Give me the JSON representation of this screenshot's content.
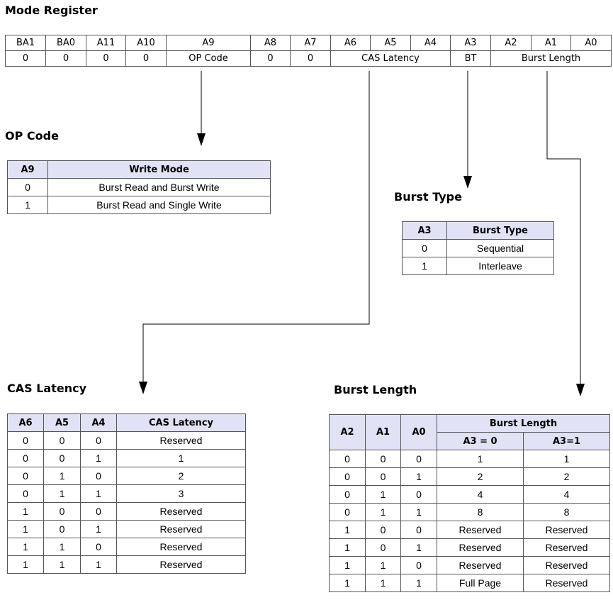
{
  "mode_register": {
    "title": "Mode Register",
    "bits": [
      "BA1",
      "BA0",
      "A11",
      "A10",
      "A9",
      "A8",
      "A7",
      "A6",
      "A5",
      "A4",
      "A3",
      "A2",
      "A1",
      "A0"
    ],
    "values": [
      {
        "label": "0",
        "span": 1
      },
      {
        "label": "0",
        "span": 1
      },
      {
        "label": "0",
        "span": 1
      },
      {
        "label": "0",
        "span": 1
      },
      {
        "label": "OP Code",
        "span": 1
      },
      {
        "label": "0",
        "span": 1
      },
      {
        "label": "0",
        "span": 1
      },
      {
        "label": "CAS Latency",
        "span": 3
      },
      {
        "label": "BT",
        "span": 1
      },
      {
        "label": "Burst Length",
        "span": 3
      }
    ]
  },
  "op_code": {
    "title": "OP Code",
    "headers": [
      "A9",
      "Write Mode"
    ],
    "rows": [
      [
        "0",
        "Burst Read and Burst Write"
      ],
      [
        "1",
        "Burst Read and Single Write"
      ]
    ]
  },
  "burst_type": {
    "title": "Burst Type",
    "headers": [
      "A3",
      "Burst Type"
    ],
    "rows": [
      [
        "0",
        "Sequential"
      ],
      [
        "1",
        "Interleave"
      ]
    ]
  },
  "cas_latency": {
    "title": "CAS Latency",
    "headers": [
      "A6",
      "A5",
      "A4",
      "CAS Latency"
    ],
    "rows": [
      [
        "0",
        "0",
        "0",
        "Reserved"
      ],
      [
        "0",
        "0",
        "1",
        "1"
      ],
      [
        "0",
        "1",
        "0",
        "2"
      ],
      [
        "0",
        "1",
        "1",
        "3"
      ],
      [
        "1",
        "0",
        "0",
        "Reserved"
      ],
      [
        "1",
        "0",
        "1",
        "Reserved"
      ],
      [
        "1",
        "1",
        "0",
        "Reserved"
      ],
      [
        "1",
        "1",
        "1",
        "Reserved"
      ]
    ]
  },
  "burst_length": {
    "title": "Burst Length",
    "headers": [
      "A2",
      "A1",
      "A0"
    ],
    "group_header": "Burst Length",
    "sub_headers": [
      "A3 = 0",
      "A3=1"
    ],
    "rows": [
      [
        "0",
        "0",
        "0",
        "1",
        "1"
      ],
      [
        "0",
        "0",
        "1",
        "2",
        "2"
      ],
      [
        "0",
        "1",
        "0",
        "4",
        "4"
      ],
      [
        "0",
        "1",
        "1",
        "8",
        "8"
      ],
      [
        "1",
        "0",
        "0",
        "Reserved",
        "Reserved"
      ],
      [
        "1",
        "0",
        "1",
        "Reserved",
        "Reserved"
      ],
      [
        "1",
        "1",
        "0",
        "Reserved",
        "Reserved"
      ],
      [
        "1",
        "1",
        "1",
        "Full Page",
        "Reserved"
      ]
    ]
  },
  "colors": {
    "header_bg": "#e2e2f6",
    "border": "#555555",
    "arrow": "#000000"
  }
}
